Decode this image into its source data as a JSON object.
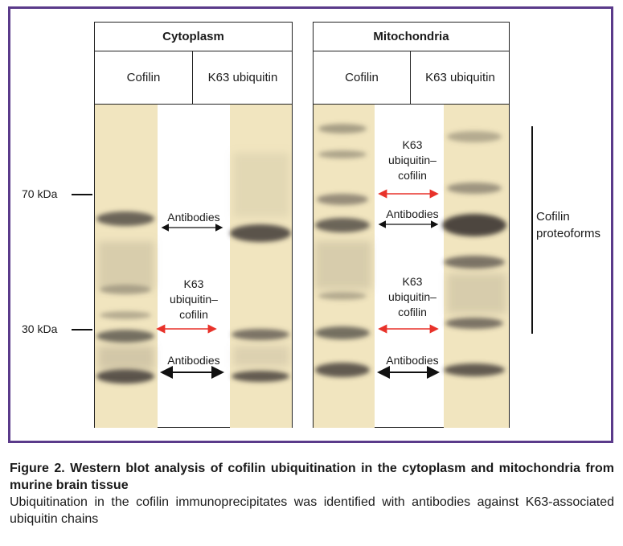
{
  "panels": {
    "cytoplasm": {
      "title": "Cytoplasm",
      "lanes": [
        "Cofilin",
        "K63 ubiquitin"
      ],
      "annotations": [
        "Antibodies",
        "K63\nubiquitin–\ncofilin",
        "Antibodies"
      ]
    },
    "mitochondria": {
      "title": "Mitochondria",
      "lanes": [
        "Cofilin",
        "K63 ubiquitin"
      ],
      "annotations": [
        "K63\nubiquitin–\ncofilin",
        "Antibodies",
        "K63\nubiquitin–\ncofilin",
        "Antibodies"
      ]
    }
  },
  "markers": [
    "70 kDa",
    "30 kDa"
  ],
  "side_label": "Cofilin\nproteoforms",
  "colors": {
    "frame": "#5a3a8a",
    "gel_lane": "#f1e5bf",
    "red_arrow": "#e8322a",
    "black_arrow": "#111111"
  },
  "caption": {
    "title": "Figure 2. Western blot analysis of cofilin ubiquitination in the cytoplasm and mitochondria from murine brain tissue",
    "text": "Ubiquitination in the cofilin immunoprecipitates was identified with antibodies against K63-associated ubiquitin chains"
  }
}
